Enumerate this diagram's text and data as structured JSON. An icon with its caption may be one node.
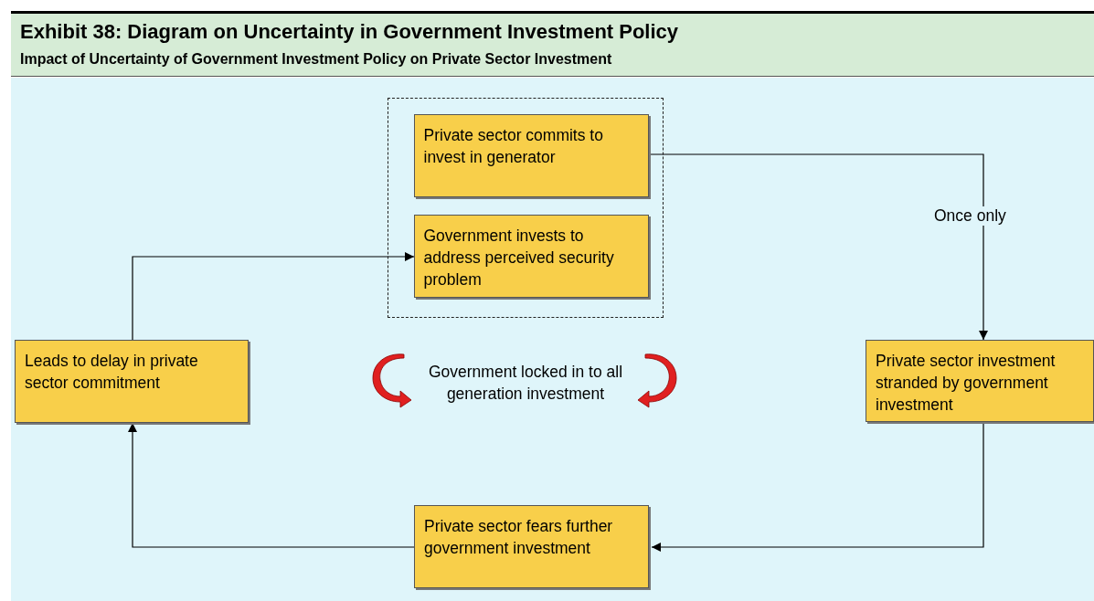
{
  "diagram": {
    "title": "Exhibit 38: Diagram on Uncertainty in Government Investment Policy",
    "caption": "Impact of Uncertainty of Government Investment Policy on Private Sector Investment",
    "nodes": [
      {
        "text": [],
        "shape": "box"
      },
      {
        "text": [
          "Private sector commits to invest in generator"
        ],
        "in": 0
      },
      {
        "text": [
          "Government invests to address perceived security problem"
        ],
        "in": 0
      },
      {
        "text": [
          "Private sector investment stranded by government investment"
        ]
      },
      {
        "text": [
          "Private sector fears further government investment"
        ]
      },
      {
        "text": [
          "Leads to delay in private sector commitment"
        ]
      }
    ],
    "edges": [
      {
        "from": 1,
        "to": 3,
        "arrow": "to",
        "label": "Once only"
      },
      {
        "from": 3,
        "to": 4,
        "arrow": "to"
      },
      {
        "from": 4,
        "to": 5,
        "arrow": "to"
      },
      {
        "from": 5,
        "to": 2,
        "arrow": "to"
      }
    ],
    "labels": [
      "Government locked in to all generation investment"
    ]
  }
}
